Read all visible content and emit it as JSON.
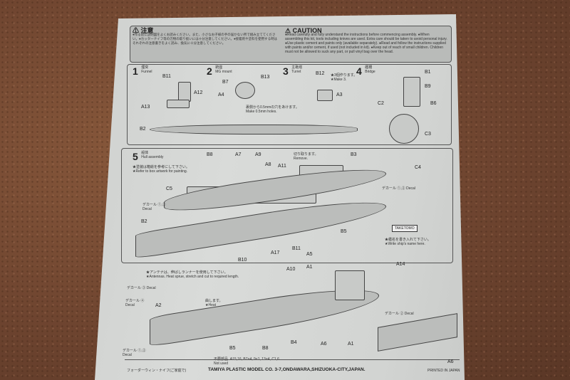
{
  "caution": {
    "jp_title": "注意",
    "jp_text": "●作る前に説明図をよくお読みください。また、小さなお子様の手の届かない所で組み立ててください。●カッターナイフ等の刃物の取り扱いには十分注意してください。●接着剤や塗料を使用する時はそれぞれの注意書きをよく読み、換気に十分注意してください。",
    "en_title": "CAUTION",
    "en_text": "●Read carefully and fully understand the instructions before commencing assembly. ●When assembling this kit, tools including knives are used. Extra care should be taken to avoid personal injury. ●Use plastic cement and paints only (available separately). ●Read and follow the instructions supplied with paints and/or cement, if used (not included in kit). ●Keep out of reach of small children. Children must not be allowed to suck any part, or pull vinyl bag over the head."
  },
  "steps": [
    {
      "num": "1",
      "jp": "煙突",
      "en": "Funnel",
      "parts": [
        "B11",
        "A12",
        "A13",
        "B2"
      ]
    },
    {
      "num": "2",
      "jp": "銃座",
      "en": "MG mount",
      "parts": [
        "B7",
        "B13",
        "A4"
      ],
      "note_jp": "裏側から0.5mmの穴をあけます。",
      "note_en": "Make 0.5mm holes."
    },
    {
      "num": "3",
      "jp": "主砲塔",
      "en": "Turret",
      "parts": [
        "B12",
        "A3"
      ],
      "note_jp": "★3個作ります。",
      "note_en": "★Make 3."
    },
    {
      "num": "4",
      "jp": "艦橋",
      "en": "Bridge",
      "parts": [
        "B1",
        "B9",
        "B6",
        "C2",
        "C3",
        "C4"
      ]
    }
  ],
  "step5": {
    "num": "5",
    "jp": "船体",
    "en": "Hull assembly",
    "note_jp": "★塗装は箱絵を参考にして下さい。",
    "note_en": "★Refer to box artwork for painting.",
    "remove_jp": "切り取ります。",
    "remove_en": "Remove.",
    "parts": [
      "B8",
      "A7",
      "A9",
      "A11",
      "B3",
      "A8",
      "C5",
      "B2",
      "B5",
      "A17",
      "B10",
      "A5",
      "B11"
    ],
    "decal1": "デカール ①,② Decal",
    "decal2": "デカール ①,② Decal",
    "name_jp": "★艦名を書き入れて下さい。",
    "name_en": "★Write ship's name here.",
    "nameplate": "TAKETOMO"
  },
  "lower": {
    "antenna_jp": "★アンテナは、伸ばしランナーを使用して下さい。",
    "antenna_en": "★Antennas. Heat sprue, stretch and cut to required length.",
    "heat_jp": "曲します。",
    "heat_en": "★Heat",
    "parts": [
      "A10",
      "A1",
      "A14",
      "A2",
      "B5",
      "B8",
      "B4",
      "A6",
      "A1",
      "A6"
    ],
    "decal3": "デカール ③ Decal",
    "decal4": "デカール ④ Decal",
    "decal5": "デカール ①,② Decal",
    "decal6": "デカール ② Decal",
    "not_used_jp": "不要部品",
    "not_used_parts": "A15,16, B7×4, 9×1, 13×4, C1,6",
    "not_used_en": "Not used"
  },
  "footer": {
    "left": "フォーダーウィン・ナイフ(ご家庭で)",
    "company": "TAMIYA PLASTIC MODEL CO. 3-7,ONDAWARA,SHIZUOKA-CITY,JAPAN.",
    "printed": "PRINTED IN JAPAN"
  }
}
